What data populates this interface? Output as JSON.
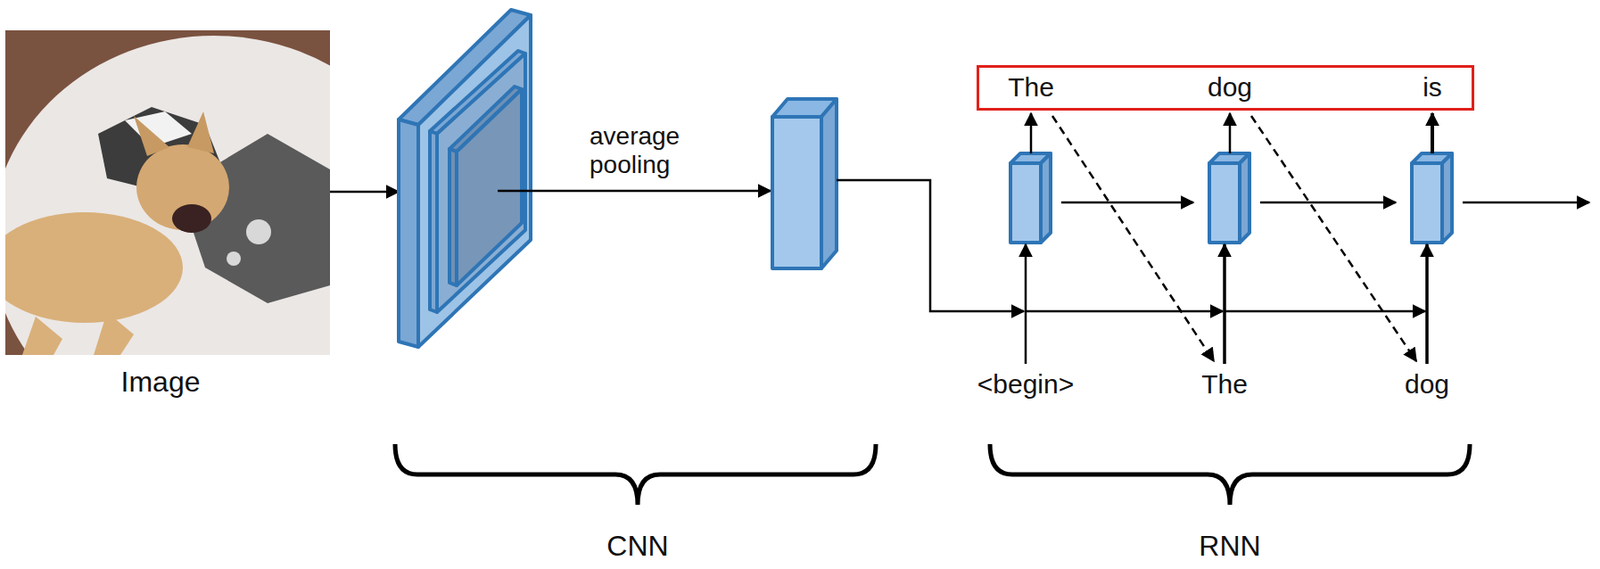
{
  "diagram": {
    "nodes": [
      {
        "text": [
          "The",
          "dog",
          "is"
        ]
      }
    ],
    "labels": [
      "Image",
      "average pooling",
      "<begin>",
      "The",
      "dog",
      "CNN",
      "RNN"
    ]
  }
}
